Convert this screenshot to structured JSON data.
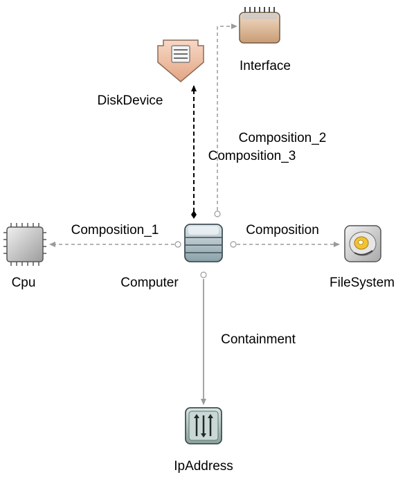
{
  "nodes": {
    "interface": {
      "label": "Interface",
      "icon": "interface-icon"
    },
    "disk_device": {
      "label": "DiskDevice",
      "icon": "disk-device-icon"
    },
    "cpu": {
      "label": "Cpu",
      "icon": "cpu-icon"
    },
    "computer": {
      "label": "Computer",
      "icon": "computer-icon"
    },
    "file_system": {
      "label": "FileSystem",
      "icon": "file-system-icon"
    },
    "ip_address": {
      "label": "IpAddress",
      "icon": "ip-address-icon"
    }
  },
  "edges": {
    "composition_2": {
      "label": "Composition_2",
      "from": "Computer",
      "to": "Interface"
    },
    "composition_3": {
      "label": "Composition_3",
      "from": "Computer",
      "to": "DiskDevice"
    },
    "composition_1": {
      "label": "Composition_1",
      "from": "Computer",
      "to": "Cpu"
    },
    "composition": {
      "label": "Composition",
      "from": "Computer",
      "to": "FileSystem"
    },
    "containment": {
      "label": "Containment",
      "from": "Computer",
      "to": "IpAddress"
    }
  },
  "colors": {
    "edge": "#9a9a9a",
    "edge_strong": "#000000",
    "interface_fill": "#dcb48e",
    "disk_fill": "#eab99a",
    "cpu_fill": "#c9c9c9",
    "computer_fill": "#b4c3c8",
    "file_system_fill": "#d8d8d8",
    "ip_fill": "#a9bdb8"
  }
}
